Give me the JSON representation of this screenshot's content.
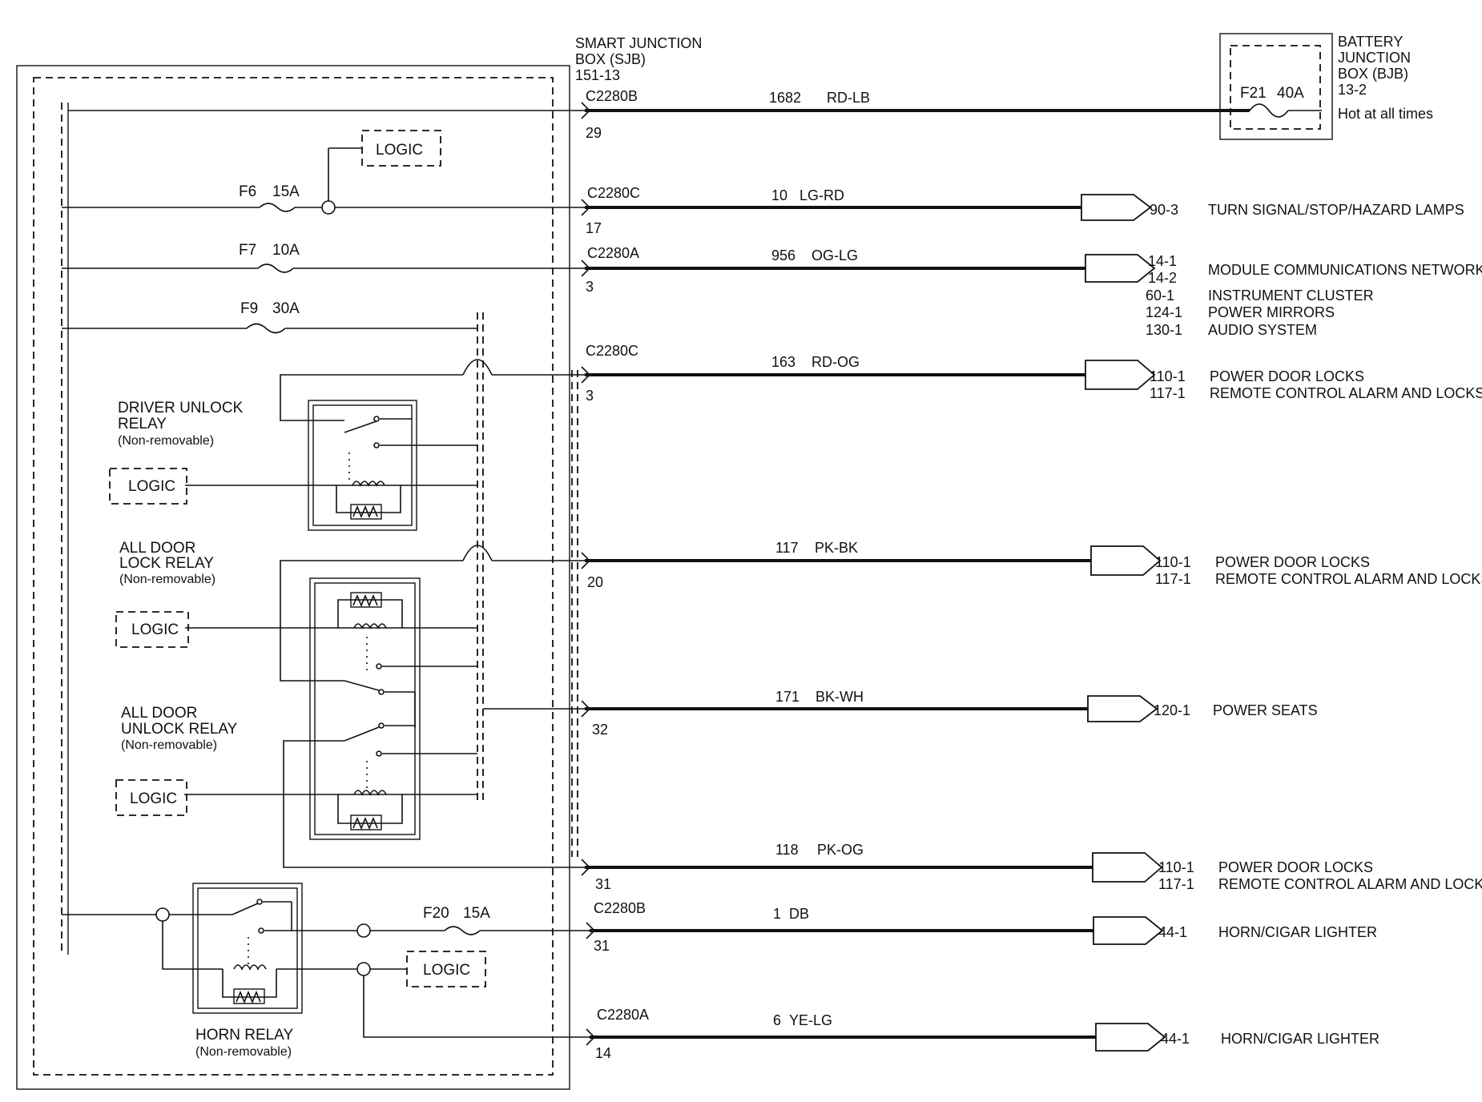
{
  "sjb": {
    "line1": "SMART  JUNCTION",
    "line2": "BOX (SJB)",
    "line3": "151-13"
  },
  "bjb": {
    "line1": "BATTERY",
    "line2": "JUNCTION",
    "line3": "BOX (BJB)",
    "line4": "13-2",
    "fuse": "F21",
    "rating": "40A",
    "note": "Hot at all times"
  },
  "logic_label": "LOGIC",
  "fuses": {
    "f6": {
      "name": "F6",
      "rating": "15A"
    },
    "f7": {
      "name": "F7",
      "rating": "10A"
    },
    "f9": {
      "name": "F9",
      "rating": "30A"
    },
    "f20": {
      "name": "F20",
      "rating": "15A"
    }
  },
  "relays": {
    "driver_unlock": {
      "line1": "DRIVER  UNLOCK",
      "line2": "RELAY",
      "line3": "(Non-removable)"
    },
    "all_door_lock": {
      "line1": "ALL DOOR",
      "line2": "LOCK RELAY",
      "line3": "(Non-removable)"
    },
    "all_door_unlock": {
      "line1": "ALL DOOR",
      "line2": "UNLOCK RELAY",
      "line3": "(Non-removable)"
    },
    "horn": {
      "line1": "HORN  RELAY",
      "line2": "(Non-removable)"
    }
  },
  "circuits": [
    {
      "connector": "C2280B",
      "pin": "29",
      "circuit": "1682",
      "color": "RD-LB"
    },
    {
      "connector": "C2280C",
      "pin": "17",
      "circuit": "10",
      "color": "LG-RD",
      "refs": [
        {
          "page": "90-3",
          "desc": "TURN SIGNAL/STOP/HAZARD LAMPS"
        }
      ]
    },
    {
      "connector": "C2280A",
      "pin": "3",
      "circuit": "956",
      "color": "OG-LG",
      "refs": [
        {
          "page": "14-1",
          "desc": "MODULE COMMUNICATIONS NETWORK"
        },
        {
          "page": "14-2",
          "desc": ""
        },
        {
          "page": "60-1",
          "desc": "INSTRUMENT CLUSTER"
        },
        {
          "page": "124-1",
          "desc": "POWER MIRRORS"
        },
        {
          "page": "130-1",
          "desc": "AUDIO SYSTEM"
        }
      ]
    },
    {
      "connector": "C2280C",
      "pin": "3",
      "circuit": "163",
      "color": "RD-OG",
      "refs": [
        {
          "page": "110-1",
          "desc": "POWER DOOR LOCKS"
        },
        {
          "page": "117-1",
          "desc": "REMOTE CONTROL ALARM AND LOCKS"
        }
      ]
    },
    {
      "connector": "",
      "pin": "20",
      "circuit": "117",
      "color": "PK-BK",
      "refs": [
        {
          "page": "110-1",
          "desc": "POWER DOOR LOCKS"
        },
        {
          "page": "117-1",
          "desc": "REMOTE CONTROL ALARM AND LOCKS"
        }
      ]
    },
    {
      "connector": "",
      "pin": "32",
      "circuit": "171",
      "color": "BK-WH",
      "refs": [
        {
          "page": "120-1",
          "desc": "POWER SEATS"
        }
      ]
    },
    {
      "connector": "",
      "pin": "31",
      "circuit": "118",
      "color": "PK-OG",
      "refs": [
        {
          "page": "110-1",
          "desc": "POWER DOOR LOCKS"
        },
        {
          "page": "117-1",
          "desc": "REMOTE CONTROL ALARM AND LOCKS"
        }
      ]
    },
    {
      "connector": "C2280B",
      "pin": "31",
      "circuit": "1",
      "color": "DB",
      "refs": [
        {
          "page": "44-1",
          "desc": "HORN/CIGAR LIGHTER"
        }
      ]
    },
    {
      "connector": "C2280A",
      "pin": "14",
      "circuit": "6",
      "color": "YE-LG",
      "refs": [
        {
          "page": "44-1",
          "desc": "HORN/CIGAR LIGHTER"
        }
      ]
    }
  ]
}
